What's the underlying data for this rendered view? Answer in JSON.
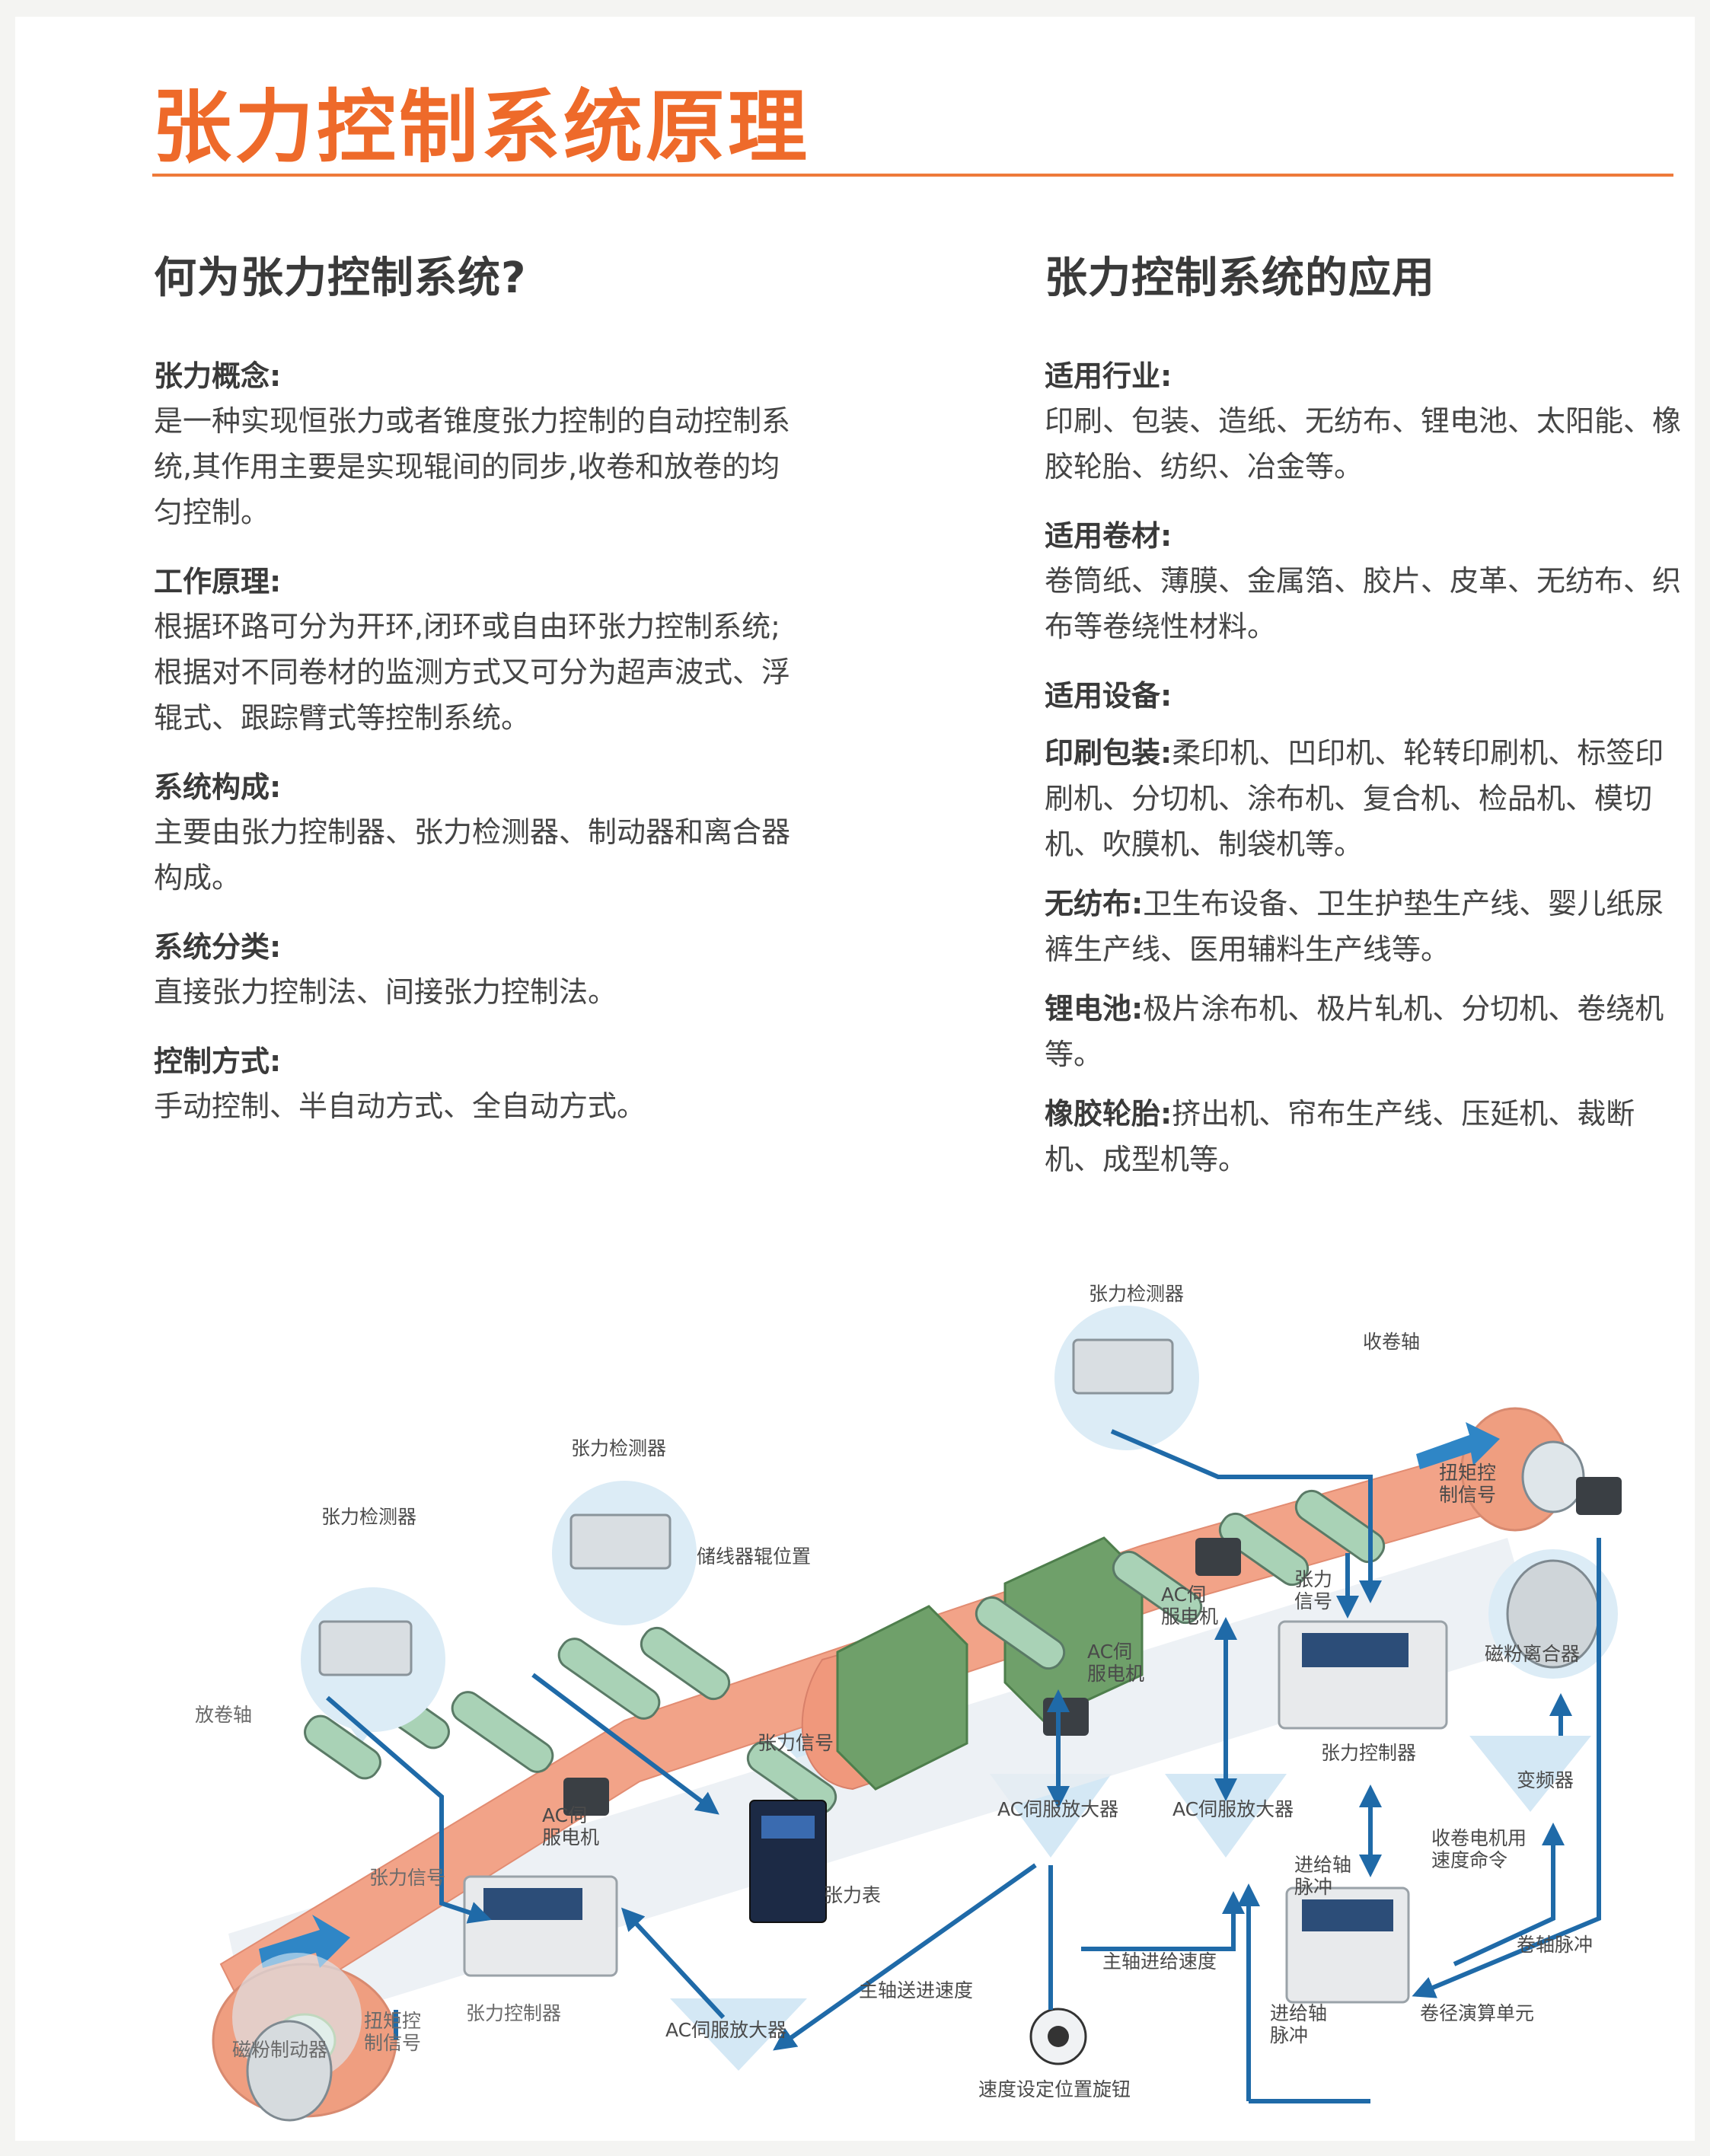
{
  "title": "张力控制系统原理",
  "left": {
    "heading": "何为张力控制系统?",
    "sections": [
      {
        "head": "张力概念:",
        "body": "是一种实现恒张力或者锥度张力控制的自动控制系统,其作用主要是实现辊间的同步,收卷和放卷的均匀控制。"
      },
      {
        "head": "工作原理:",
        "body": "根据环路可分为开环,闭环或自由环张力控制系统;根据对不同卷材的监测方式又可分为超声波式、浮辊式、跟踪臂式等控制系统。"
      },
      {
        "head": "系统构成:",
        "body": "主要由张力控制器、张力检测器、制动器和离合器构成。"
      },
      {
        "head": "系统分类:",
        "body": "直接张力控制法、间接张力控制法。"
      },
      {
        "head": "控制方式:",
        "body": "手动控制、半自动方式、全自动方式。"
      }
    ]
  },
  "right": {
    "heading": "张力控制系统的应用",
    "industry_head": "适用行业:",
    "industry_body": "印刷、包装、造纸、无纺布、锂电池、太阳能、橡胶轮胎、纺织、冶金等。",
    "material_head": "适用卷材:",
    "material_body": "卷筒纸、薄膜、金属箔、胶片、皮革、无纺布、织布等卷绕性材料。",
    "equipment_head": "适用设备:",
    "equipment": [
      {
        "label": "印刷包装:",
        "body": "柔印机、凹印机、轮转印刷机、标签印刷机、分切机、涂布机、复合机、检品机、模切机、吹膜机、制袋机等。"
      },
      {
        "label": "无纺布:",
        "body": "卫生布设备、卫生护垫生产线、婴儿纸尿裤生产线、医用辅料生产线等。"
      },
      {
        "label": "锂电池:",
        "body": "极片涂布机、极片轧机、分切机、卷绕机等。"
      },
      {
        "label": "橡胶轮胎:",
        "body": "挤出机、帘布生产线、压延机、裁断机、成型机等。"
      }
    ]
  },
  "diagram": {
    "labels": {
      "sensor_top": "张力检测器",
      "rewind_shaft": "收卷轴",
      "sensor_mid": "张力检测器",
      "sensor_left": "张力检测器",
      "torque_top": "扭矩控\n制信号",
      "accumulator": "储线器辊位置",
      "servo_top": "AC伺\n服电机",
      "tension_signal_top": "张力\n信号",
      "servo_mid": "AC伺\n服电机",
      "unwind_shaft": "放卷轴",
      "tension_signal_mid": "张力信号",
      "powder_clutch": "磁粉离合器",
      "tension_controller_right": "张力控制器",
      "inverter": "变频器",
      "amp_1": "AC伺服放大器",
      "amp_2": "AC伺服放大器",
      "servo_left": "AC伺\n服电机",
      "tension_signal_left": "张力信号",
      "tension_meter": "张力表",
      "feed_pulse_1": "进给轴\n脉冲",
      "rewind_speed_cmd": "收卷电机用\n速度命令",
      "main_feed_speed": "主轴进给速度",
      "rewind_pulse": "卷轴脉冲",
      "main_send_speed": "主轴送进速度",
      "tension_controller_left": "张力控制器",
      "torque_left": "扭矩控\n制信号",
      "powder_brake": "磁粉制动器",
      "amp_3": "AC伺服放大器",
      "feed_pulse_2": "进给轴\n脉冲",
      "diameter_unit": "卷径演算单元",
      "speed_knob": "速度设定位置旋钮"
    }
  }
}
